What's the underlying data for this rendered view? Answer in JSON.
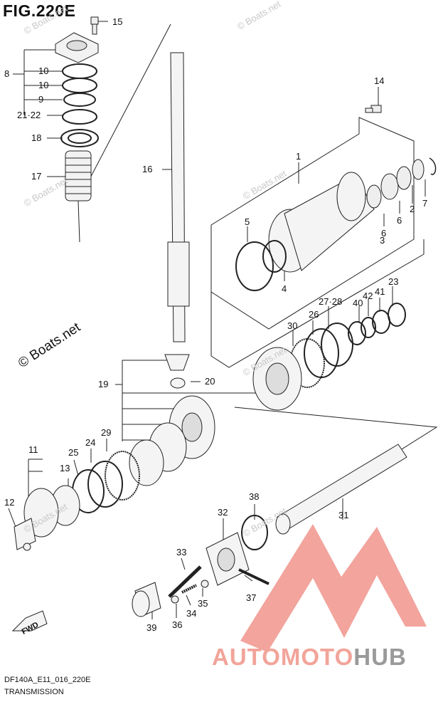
{
  "figure": {
    "title": "FIG.220E",
    "code": "DF140A_E11_016_220E",
    "name": "TRANSMISSION"
  },
  "watermarks": {
    "small": "© Boats.net",
    "large": "© Boats.net"
  },
  "logo": {
    "part1": "AUTOMOTO",
    "part2": "HUB",
    "color_primary": "#e8594c",
    "color_secondary": "#8c8c8c"
  },
  "fwd_label": "FWD",
  "callouts": [
    "15",
    "8",
    "10",
    "10",
    "9",
    "21·22",
    "18",
    "17",
    "16",
    "14",
    "1",
    "7",
    "2",
    "6",
    "6",
    "3",
    "5",
    "4",
    "23",
    "42",
    "41",
    "40",
    "27·28",
    "26",
    "30",
    "19",
    "20",
    "11",
    "29",
    "24",
    "25",
    "13",
    "12",
    "38",
    "31",
    "32",
    "33",
    "37",
    "35",
    "34",
    "36",
    "39"
  ]
}
